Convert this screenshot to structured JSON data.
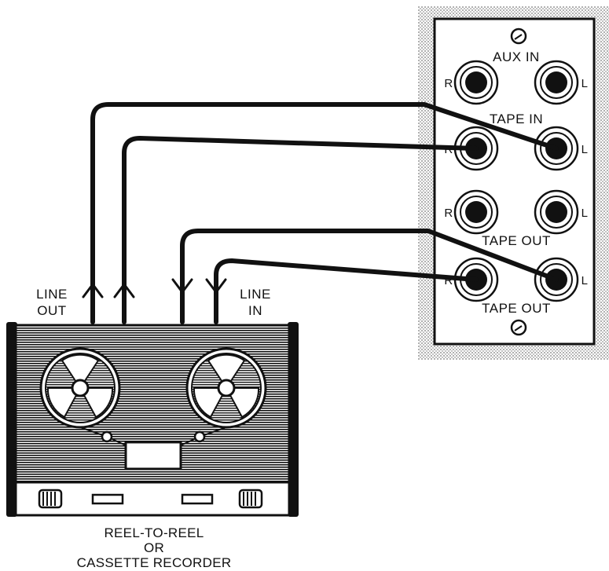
{
  "panel": {
    "aux_in": "AUX IN",
    "tape_in": "TAPE IN",
    "tape_out_1": "TAPE OUT",
    "tape_out_2": "TAPE OUT",
    "r": "R",
    "l": "L"
  },
  "recorder": {
    "line_out_1": "LINE",
    "line_out_2": "OUT",
    "line_in_1": "LINE",
    "line_in_2": "IN",
    "caption_1": "REEL-TO-REEL",
    "caption_2": "OR",
    "caption_3": "CASSETTE RECORDER"
  }
}
